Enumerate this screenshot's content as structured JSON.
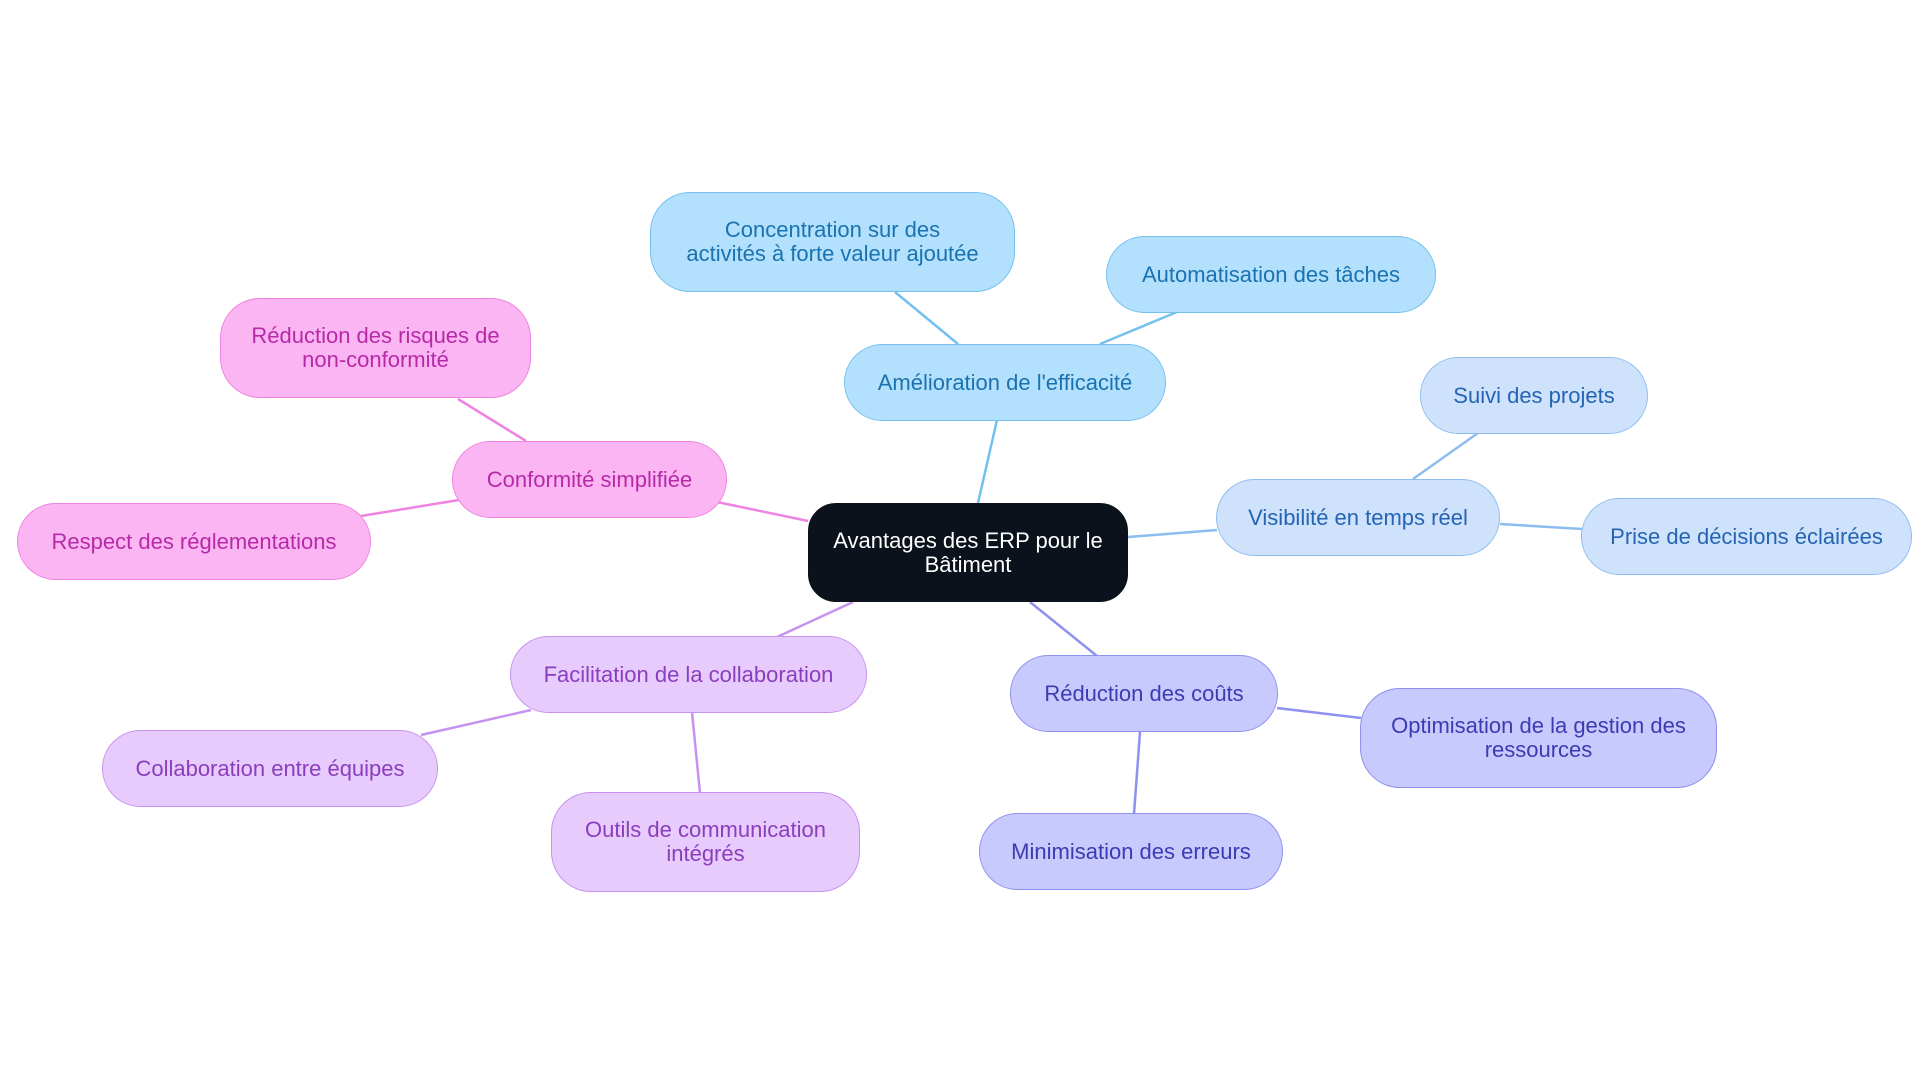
{
  "mindmap": {
    "root": {
      "label": "Avantages des ERP pour le\nBâtiment"
    },
    "branches": [
      {
        "id": "eff",
        "label": "Amélioration de l'efficacité",
        "color": "#74c0ef",
        "children": [
          {
            "label": "Concentration sur des\nactivités à forte valeur ajoutée"
          },
          {
            "label": "Automatisation des tâches"
          }
        ]
      },
      {
        "id": "vis",
        "label": "Visibilité en temps réel",
        "color": "#8dbdef",
        "children": [
          {
            "label": "Suivi des projets"
          },
          {
            "label": "Prise de décisions éclairées"
          }
        ]
      },
      {
        "id": "cost",
        "label": "Réduction des coûts",
        "color": "#8e91ef",
        "children": [
          {
            "label": "Optimisation de la gestion des\nressources"
          },
          {
            "label": "Minimisation des erreurs"
          }
        ]
      },
      {
        "id": "coll",
        "label": "Facilitation de la collaboration",
        "color": "#c792ef",
        "children": [
          {
            "label": "Collaboration entre équipes"
          },
          {
            "label": "Outils de communication\nintégrés"
          }
        ]
      },
      {
        "id": "conf",
        "label": "Conformité simplifiée",
        "color": "#ef83e1",
        "children": [
          {
            "label": "Réduction des risques de\nnon-conformité"
          },
          {
            "label": "Respect des réglementations"
          }
        ]
      }
    ]
  }
}
